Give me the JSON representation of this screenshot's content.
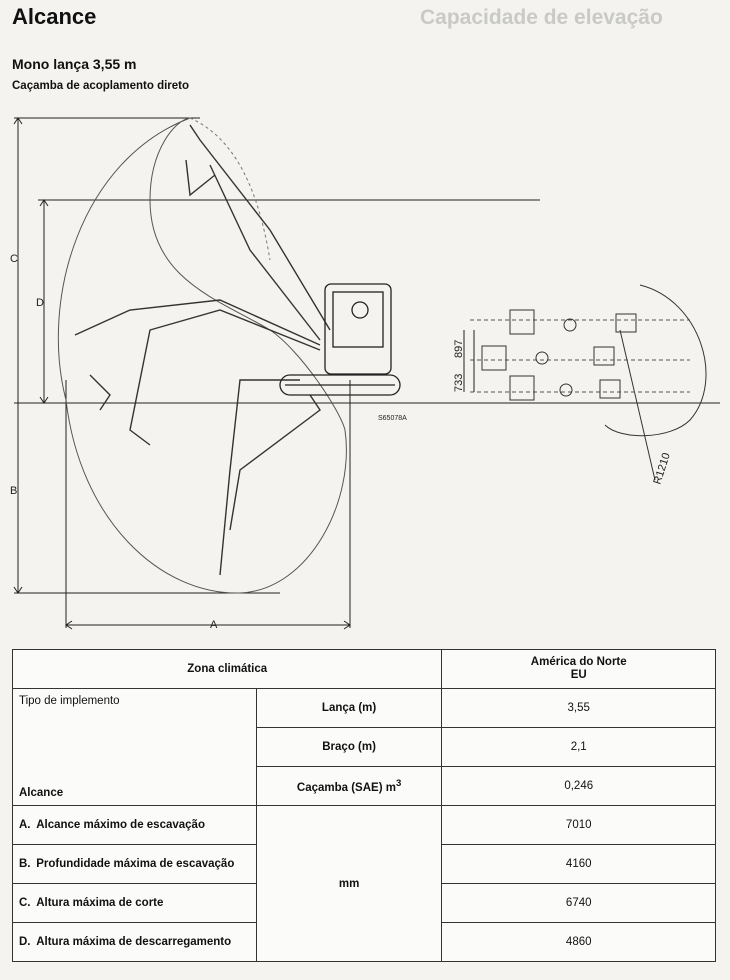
{
  "page": {
    "title": "Alcance",
    "subtitle": "Mono lança 3,55 m",
    "subsubtitle": "Caçamba de acoplamento direto"
  },
  "diagram": {
    "dim_labels": {
      "A": "A",
      "B": "B",
      "C": "C",
      "D": "D"
    },
    "part_code": "S65078A",
    "dims": {
      "d733": "733",
      "d897": "897",
      "r": "R1210"
    }
  },
  "table": {
    "header": {
      "zone_label": "Zona climática",
      "region_line1": "América do Norte",
      "region_line2": "EU"
    },
    "implement_label": "Tipo de implemento",
    "reach_label": "Alcance",
    "boom_label": "Lança (m)",
    "boom_value": "3,55",
    "arm_label": "Braço (m)",
    "arm_value": "2,1",
    "bucket_label": "Caçamba (SAE)",
    "bucket_unit": "m",
    "bucket_sup": "3",
    "bucket_value": "0,246",
    "unit": "mm",
    "rows": [
      {
        "letter": "A.",
        "label": "Alcance máximo de escavação",
        "value": "7010"
      },
      {
        "letter": "B.",
        "label": "Profundidade máxima de escavação",
        "value": "4160"
      },
      {
        "letter": "C.",
        "label": "Altura máxima de corte",
        "value": "6740"
      },
      {
        "letter": "D.",
        "label": "Altura máxima de descarregamento",
        "value": "4860"
      }
    ]
  }
}
